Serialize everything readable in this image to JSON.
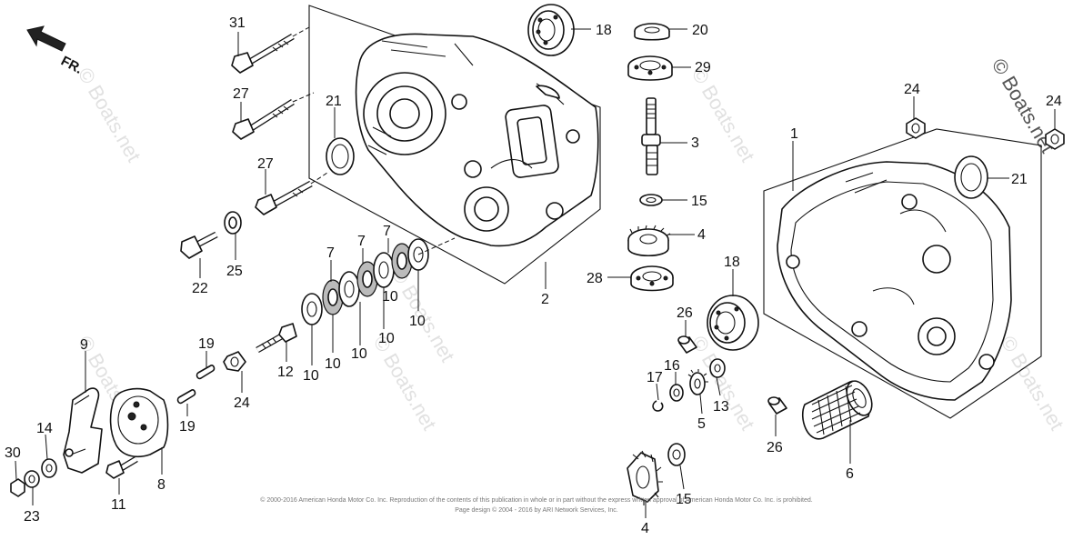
{
  "direction_label": "FR.",
  "watermark": {
    "text": "© Boats.net"
  },
  "copyright": {
    "line1": "© 2000-2016 American Honda Motor Co. Inc. Reproduction of the contents of this publication in whole or in part without the express written approval of American Honda Motor Co. Inc. is prohibited.",
    "line2": "Page design © 2004 - 2016 by ARI Network Services, Inc."
  },
  "callouts": [
    {
      "id": "c31",
      "label": "31"
    },
    {
      "id": "c27a",
      "label": "27"
    },
    {
      "id": "c27b",
      "label": "27"
    },
    {
      "id": "c21a",
      "label": "21"
    },
    {
      "id": "c18a",
      "label": "18"
    },
    {
      "id": "c20",
      "label": "20"
    },
    {
      "id": "c29",
      "label": "29"
    },
    {
      "id": "c3",
      "label": "3"
    },
    {
      "id": "c15a",
      "label": "15"
    },
    {
      "id": "c4a",
      "label": "4"
    },
    {
      "id": "c28",
      "label": "28"
    },
    {
      "id": "c2",
      "label": "2"
    },
    {
      "id": "c22",
      "label": "22"
    },
    {
      "id": "c25",
      "label": "25"
    },
    {
      "id": "c7a",
      "label": "7"
    },
    {
      "id": "c7b",
      "label": "7"
    },
    {
      "id": "c7c",
      "label": "7"
    },
    {
      "id": "c10a",
      "label": "10"
    },
    {
      "id": "c10b",
      "label": "10"
    },
    {
      "id": "c10c",
      "label": "10"
    },
    {
      "id": "c10d",
      "label": "10"
    },
    {
      "id": "c10e",
      "label": "10"
    },
    {
      "id": "c10f",
      "label": "10"
    },
    {
      "id": "c12",
      "label": "12"
    },
    {
      "id": "c19a",
      "label": "19"
    },
    {
      "id": "c19b",
      "label": "19"
    },
    {
      "id": "c24a",
      "label": "24"
    },
    {
      "id": "c9",
      "label": "9"
    },
    {
      "id": "c8",
      "label": "8"
    },
    {
      "id": "c11",
      "label": "11"
    },
    {
      "id": "c14",
      "label": "14"
    },
    {
      "id": "c30",
      "label": "30"
    },
    {
      "id": "c23",
      "label": "23"
    },
    {
      "id": "c26a",
      "label": "26"
    },
    {
      "id": "c18b",
      "label": "18"
    },
    {
      "id": "c17",
      "label": "17"
    },
    {
      "id": "c16",
      "label": "16"
    },
    {
      "id": "c13",
      "label": "13"
    },
    {
      "id": "c5",
      "label": "5"
    },
    {
      "id": "c15b",
      "label": "15"
    },
    {
      "id": "c4b",
      "label": "4"
    },
    {
      "id": "c1",
      "label": "1"
    },
    {
      "id": "c21b",
      "label": "21"
    },
    {
      "id": "c24b",
      "label": "24"
    },
    {
      "id": "c24c",
      "label": "24"
    },
    {
      "id": "c26b",
      "label": "26"
    },
    {
      "id": "c6",
      "label": "6"
    }
  ]
}
